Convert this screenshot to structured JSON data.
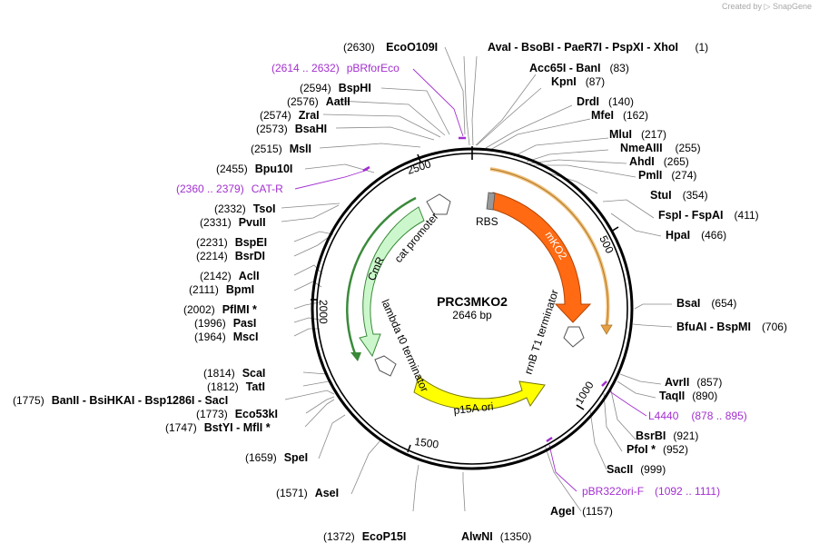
{
  "plasmid": {
    "name": "PRC3MKO2",
    "length_label": "2646 bp",
    "length": 2646
  },
  "credit": {
    "prefix": "Created by",
    "brand": "SnapGene"
  },
  "tick_labels": [
    "500",
    "1000",
    "1500",
    "2000",
    "2500"
  ],
  "enzymes": [
    {
      "pos": "(2630)",
      "name": "EcoO109I"
    },
    {
      "pos": "(1)",
      "name": "AvaI  -  BsoBI  -  PaeR7I  -  PspXI  -  XhoI"
    },
    {
      "pos": "(2594)",
      "name": "BspHI"
    },
    {
      "pos": "(2576)",
      "name": "AatII"
    },
    {
      "pos": "(2574)",
      "name": "ZraI"
    },
    {
      "pos": "(2573)",
      "name": "BsaHI"
    },
    {
      "pos": "(2515)",
      "name": "MslI"
    },
    {
      "pos": "(2455)",
      "name": "Bpu10I"
    },
    {
      "pos": "(2332)",
      "name": "TsoI"
    },
    {
      "pos": "(2331)",
      "name": "PvuII"
    },
    {
      "pos": "(2231)",
      "name": "BspEI"
    },
    {
      "pos": "(2214)",
      "name": "BsrDI"
    },
    {
      "pos": "(2142)",
      "name": "AclI"
    },
    {
      "pos": "(2111)",
      "name": "BpmI"
    },
    {
      "pos": "(2002)",
      "name": "PflMI *"
    },
    {
      "pos": "(1996)",
      "name": "PasI"
    },
    {
      "pos": "(1964)",
      "name": "MscI"
    },
    {
      "pos": "(1814)",
      "name": "ScaI"
    },
    {
      "pos": "(1812)",
      "name": "TatI"
    },
    {
      "pos": "(1775)",
      "name": "BanII  -  BsiHKAI  -  Bsp1286I  -  SacI"
    },
    {
      "pos": "(1773)",
      "name": "Eco53kI"
    },
    {
      "pos": "(1747)",
      "name": "BstYI  -  MflI *"
    },
    {
      "pos": "(1659)",
      "name": "SpeI"
    },
    {
      "pos": "(1571)",
      "name": "AseI"
    },
    {
      "pos": "(1372)",
      "name": "EcoP15I"
    },
    {
      "pos": "(1350)",
      "name": "AlwNI"
    },
    {
      "pos": "(1157)",
      "name": "AgeI"
    },
    {
      "pos": "(999)",
      "name": "SacII"
    },
    {
      "pos": "(952)",
      "name": "PfoI *"
    },
    {
      "pos": "(921)",
      "name": "BsrBI"
    },
    {
      "pos": "(890)",
      "name": "TaqII"
    },
    {
      "pos": "(857)",
      "name": "AvrII"
    },
    {
      "pos": "(706)",
      "name": "BfuAI  -  BspMI"
    },
    {
      "pos": "(654)",
      "name": "BsaI"
    },
    {
      "pos": "(466)",
      "name": "HpaI"
    },
    {
      "pos": "(411)",
      "name": "FspI  -  FspAI"
    },
    {
      "pos": "(354)",
      "name": "StuI"
    },
    {
      "pos": "(274)",
      "name": "PmlI"
    },
    {
      "pos": "(265)",
      "name": "AhdI"
    },
    {
      "pos": "(255)",
      "name": "NmeAIII"
    },
    {
      "pos": "(217)",
      "name": "MluI"
    },
    {
      "pos": "(162)",
      "name": "MfeI"
    },
    {
      "pos": "(140)",
      "name": "DrdI"
    },
    {
      "pos": "(87)",
      "name": "KpnI"
    },
    {
      "pos": "(83)",
      "name": "Acc65I  -  BanI"
    }
  ],
  "primers": [
    {
      "range": "(2614 .. 2632)",
      "name": "pBRforEco"
    },
    {
      "range": "(2360 .. 2379)",
      "name": "CAT-R"
    },
    {
      "range": "(878 .. 895)",
      "name": "L4440"
    },
    {
      "range": "(1092 .. 1111)",
      "name": "pBR322ori-F"
    }
  ],
  "features": {
    "mko2": "mKO2",
    "rbs": "RBS",
    "rrnb": "rrnB T1 terminator",
    "p15a": "p15A ori",
    "lambda": "lambda t0 terminator",
    "cmr": "CmR",
    "cat": "cat promoter"
  },
  "colors": {
    "mko2": "#ff6a13",
    "p15a": "#ffff00",
    "cmr": "#ccf7cc",
    "primer": "#a32fd0",
    "outline_orange": "#f4bf75"
  }
}
